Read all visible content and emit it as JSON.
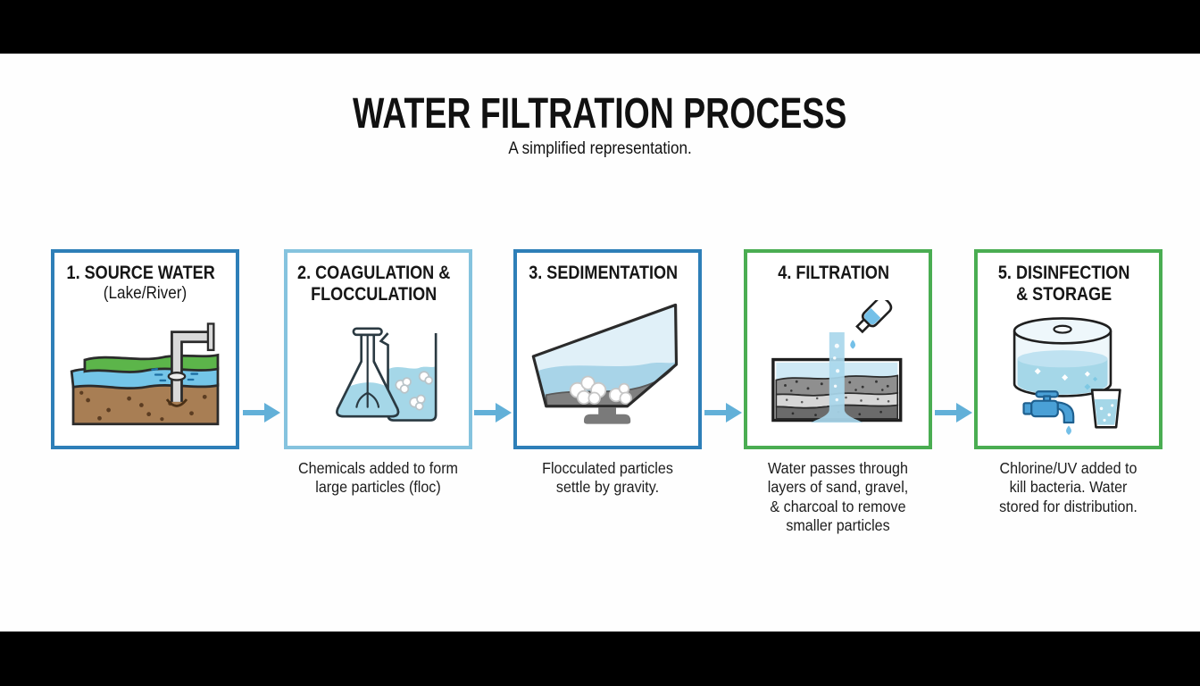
{
  "page": {
    "title": "WATER FILTRATION PROCESS",
    "subtitle": "A simplified representation."
  },
  "colors": {
    "letterbox": "#000000",
    "background": "#fefefe",
    "text": "#1a1a1a",
    "arrow": "#62b0d8",
    "blue_border": "#2e7fb8",
    "light_blue_border": "#85c3de",
    "green_border": "#4aad52",
    "water_blue": "#a5d7e8",
    "grass_green": "#5cb54a",
    "soil_brown": "#a87e54"
  },
  "steps": [
    {
      "heading": "1. SOURCE WATER",
      "heading_lines": [
        "1. SOURCE WATER"
      ],
      "subheading": "(Lake/River)",
      "caption": "",
      "caption_lines": [],
      "border_color": "#2e7fb8",
      "icon": "source-water-icon"
    },
    {
      "heading": "2. COAGULATION & FLOCCULATION",
      "heading_lines": [
        "2. COAGULATION &",
        "FLOCCULATION"
      ],
      "caption": "Chemicals added to form large particles (floc)",
      "caption_lines": [
        "Chemicals added to form",
        "large particles (floc)"
      ],
      "border_color": "#85c3de",
      "icon": "coagulation-flocculation-icon"
    },
    {
      "heading": "3. SEDIMENTATION",
      "heading_lines": [
        "3. SEDIMENTATION"
      ],
      "caption": "Flocculated particles settle by gravity.",
      "caption_lines": [
        "Flocculated particles",
        "settle by gravity."
      ],
      "border_color": "#2e7fb8",
      "icon": "sedimentation-icon"
    },
    {
      "heading": "4. FILTRATION",
      "heading_lines": [
        "4. FILTRATION"
      ],
      "caption": "Water passes through layers of sand, gravel, & charcoal to remove smaller particles",
      "caption_lines": [
        "Water passes through",
        "layers of sand, gravel,",
        "& charcoal to remove",
        "smaller particles"
      ],
      "border_color": "#4aad52",
      "icon": "filtration-icon"
    },
    {
      "heading": "5. DISINFECTION & STORAGE",
      "heading_lines": [
        "5. DISINFECTION",
        "& STORAGE"
      ],
      "caption": "Chlorine/UV added to kill bacteria. Water stored for distribution.",
      "caption_lines": [
        "Chlorine/UV added to",
        "kill bacteria. Water",
        "stored for distribution."
      ],
      "border_color": "#4aad52",
      "icon": "disinfection-storage-icon"
    }
  ],
  "arrows": [
    {
      "name": "arrow-step1-step2"
    },
    {
      "name": "arrow-step2-step3"
    },
    {
      "name": "arrow-step3-step4"
    },
    {
      "name": "arrow-step4-step5"
    }
  ]
}
